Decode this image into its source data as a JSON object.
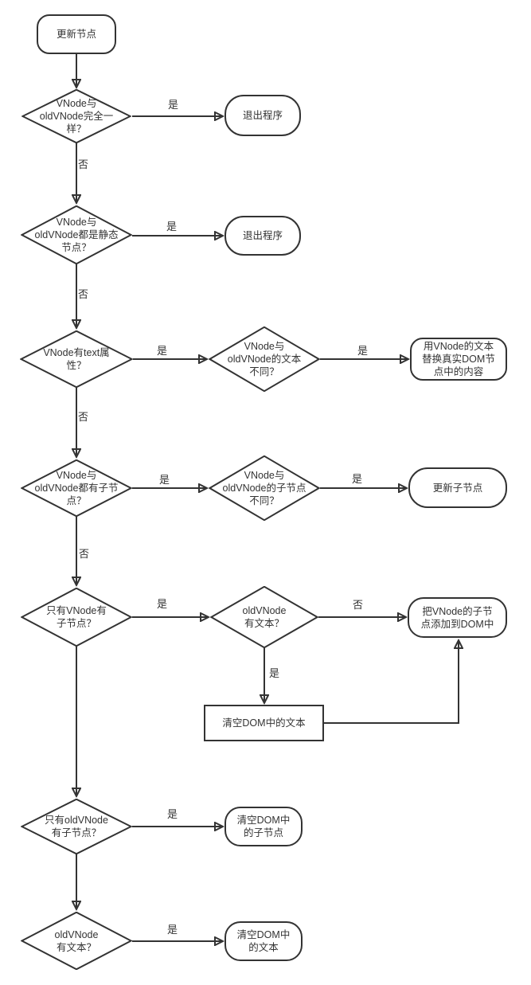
{
  "nodes": {
    "start": "更新节点",
    "d_same": "VNode与\noldVNode完全一\n样？",
    "exit1": "退出程序",
    "d_static": "VNode与\noldVNode都是静态\n节点？",
    "exit2": "退出程序",
    "d_has_text": "VNode有text属\n性？",
    "d_text_diff": "VNode与\noldVNode的文本\n不同？",
    "replace_text": "用VNode的文本\n替换真实DOM节\n点中的内容",
    "d_both_children": "VNode与\noldVNode都有子节\n点？",
    "d_children_diff": "VNode与\noldVNode的子节点\n不同？",
    "update_children": "更新子节点",
    "d_only_vnode_children": "只有VNode有\n子节点？",
    "d_old_has_text": "oldVNode\n有文本？",
    "add_children": "把VNode的子节\n点添加到DOM中",
    "clear_dom_text_process": "清空DOM中的文本",
    "d_only_old_children": "只有oldVNode\n有子节点？",
    "clear_children": "清空DOM中\n的子节点",
    "d_old_text": "oldVNode\n有文本？",
    "clear_text": "清空DOM中\n的文本"
  },
  "labels": {
    "yes": "是",
    "no": "否"
  },
  "colors": {
    "stroke": "#333333",
    "text": "#333333",
    "background": "#ffffff"
  }
}
